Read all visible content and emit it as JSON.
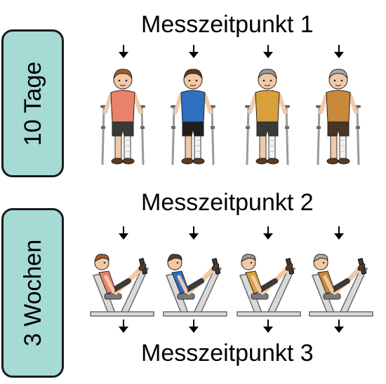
{
  "side_labels": {
    "top": "10 Tage",
    "bottom": "3 Wochen"
  },
  "titles": {
    "m1": "Messzeitpunkt 1",
    "m2": "Messzeitpunkt 2",
    "m3": "Messzeitpunkt 3"
  },
  "colors": {
    "label_box_fill": "#a6dad5",
    "label_box_border": "#1a1a1a",
    "arrow": "#000000"
  },
  "crutch_figures": [
    {
      "name": "young-woman-on-crutches",
      "shirt": "#e9826a",
      "shorts": "#3a3a3a",
      "hair": "#a85a2a",
      "skin": "#f2c8a5"
    },
    {
      "name": "young-man-on-crutches",
      "shirt": "#2f6fc0",
      "shorts": "#1e1e1e",
      "hair": "#5a3a22",
      "skin": "#f2c8a5"
    },
    {
      "name": "older-woman-on-crutches",
      "shirt": "#d9a03a",
      "shorts": "#3a3a3a",
      "hair": "#9a9a9a",
      "skin": "#f2c8a5"
    },
    {
      "name": "older-man-on-crutches",
      "shirt": "#c8893a",
      "shorts": "#4a3526",
      "hair": "#aaaaaa",
      "skin": "#f2c8a5"
    }
  ],
  "legpress_figures": [
    {
      "name": "young-woman-leg-press",
      "shirt": "#e9826a",
      "hair": "#a85a2a",
      "skin": "#f2c8a5"
    },
    {
      "name": "young-man-leg-press",
      "shirt": "#2f6fc0",
      "hair": "#5a3a22",
      "skin": "#f2c8a5"
    },
    {
      "name": "older-woman-leg-press",
      "shirt": "#d9a03a",
      "hair": "#9a9a9a",
      "skin": "#f2c8a5"
    },
    {
      "name": "older-man-leg-press",
      "shirt": "#c8893a",
      "hair": "#aaaaaa",
      "skin": "#f2c8a5"
    }
  ]
}
